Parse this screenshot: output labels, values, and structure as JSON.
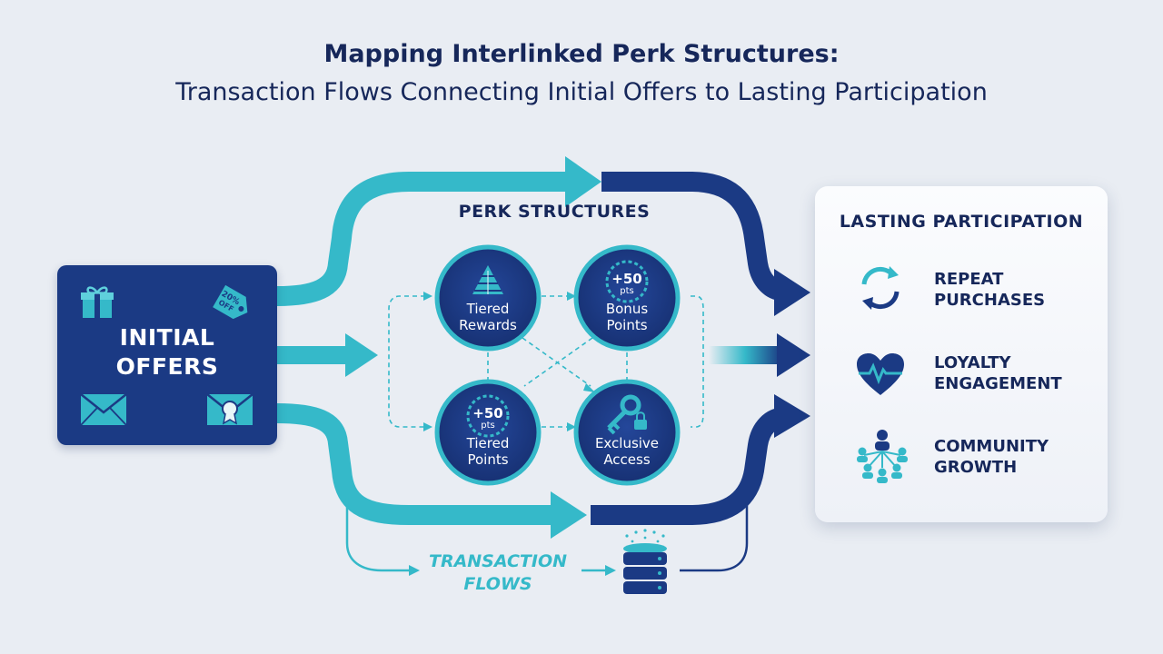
{
  "title": {
    "line1": "Mapping Interlinked Perk Structures:",
    "line2": "Transaction Flows Connecting Initial Offers to Lasting Participation"
  },
  "initial_offers": {
    "label": "INITIAL\nOFFERS",
    "coupon_text": "20%\nOFF",
    "icons": [
      "gift-icon",
      "coupon-tag-icon",
      "envelope-icon",
      "certificate-envelope-icon"
    ]
  },
  "perk_structures": {
    "heading": "PERK STRUCTURES",
    "nodes": [
      {
        "id": "tiered-rewards",
        "label": "Tiered\nRewards",
        "icon": "pyramid-icon"
      },
      {
        "id": "bonus-points",
        "label": "Bonus\nPoints",
        "badge": "+50",
        "badge_unit": "pts"
      },
      {
        "id": "tiered-points",
        "label": "Tiered\nPoints",
        "badge": "+50",
        "badge_unit": "pts"
      },
      {
        "id": "exclusive-access",
        "label": "Exclusive\nAccess",
        "icon": "key-lock-icon"
      }
    ]
  },
  "lasting_participation": {
    "heading": "LASTING PARTICIPATION",
    "outcomes": [
      {
        "label": "REPEAT\nPURCHASES",
        "icon": "cycle-arrows-icon"
      },
      {
        "label": "LOYALTY\nENGAGEMENT",
        "icon": "heart-pulse-icon"
      },
      {
        "label": "COMMUNITY\nGROWTH",
        "icon": "community-network-icon"
      }
    ]
  },
  "transaction_flows": {
    "label": "TRANSACTION\nFLOWS",
    "icon": "database-icon"
  },
  "colors": {
    "teal": "#35b9c9",
    "navy": "#1b3a84",
    "background": "#e9edf3",
    "text": "#16275a"
  }
}
